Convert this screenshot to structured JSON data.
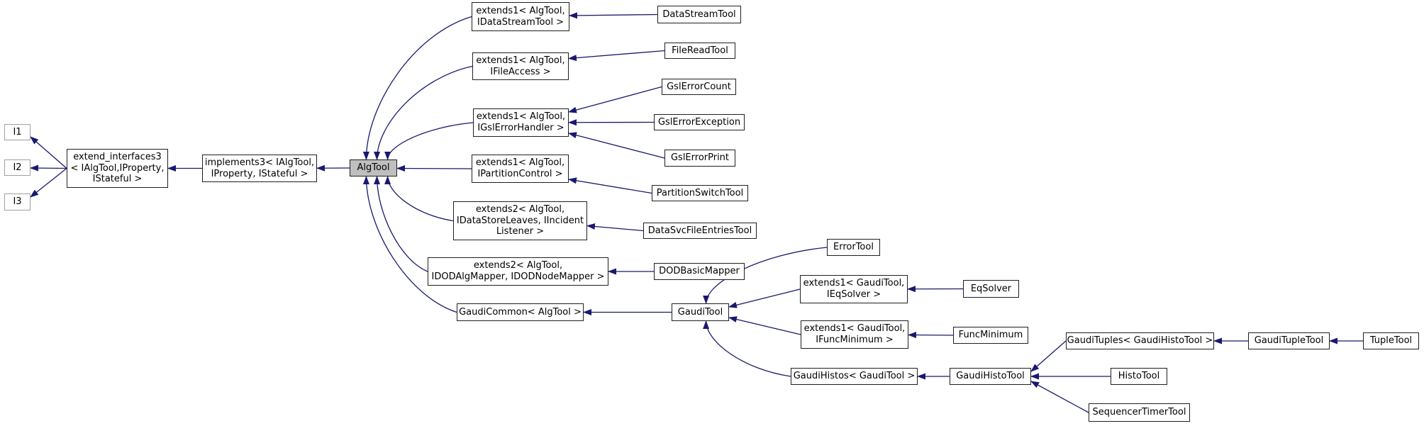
{
  "diagram": {
    "kind": "class-inheritance-graph",
    "focus_class": "AlgTool",
    "colors": {
      "edge": "#191970",
      "node_border": "#1f1f1f",
      "node_fill": "#ffffff",
      "focus_fill": "#bfbfbf",
      "muted_border": "#9f9f9f",
      "text": "#000000"
    },
    "nodes": [
      {
        "id": "i1",
        "label": "I1",
        "type": "muted"
      },
      {
        "id": "i2",
        "label": "I2",
        "type": "muted"
      },
      {
        "id": "i3",
        "label": "I3",
        "type": "muted"
      },
      {
        "id": "extend_interfaces3",
        "label": "extend_interfaces3\n< IAlgTool,IProperty,\nIStateful >",
        "type": "normal"
      },
      {
        "id": "implements3",
        "label": "implements3< IAlgTool,\nIProperty, IStateful >",
        "type": "normal"
      },
      {
        "id": "algtool",
        "label": "AlgTool",
        "type": "focus"
      },
      {
        "id": "ext_datastream",
        "label": "extends1< AlgTool,\nIDataStreamTool >",
        "type": "normal"
      },
      {
        "id": "datastreamtool",
        "label": "DataStreamTool",
        "type": "normal"
      },
      {
        "id": "ext_fileaccess",
        "label": "extends1< AlgTool,\nIFileAccess >",
        "type": "normal"
      },
      {
        "id": "filereadtool",
        "label": "FileReadTool",
        "type": "normal"
      },
      {
        "id": "ext_gslerror",
        "label": "extends1< AlgTool,\nIGslErrorHandler >",
        "type": "normal"
      },
      {
        "id": "gslerrorcount",
        "label": "GslErrorCount",
        "type": "normal"
      },
      {
        "id": "gslerrorexception",
        "label": "GslErrorException",
        "type": "normal"
      },
      {
        "id": "gslerrorprint",
        "label": "GslErrorPrint",
        "type": "normal"
      },
      {
        "id": "ext_partition",
        "label": "extends1< AlgTool,\nIPartitionControl >",
        "type": "normal"
      },
      {
        "id": "partitionswitchtool",
        "label": "PartitionSwitchTool",
        "type": "normal"
      },
      {
        "id": "ext_datastore",
        "label": "extends2< AlgTool,\nIDataStoreLeaves, IIncident\nListener >",
        "type": "normal"
      },
      {
        "id": "datasvcfileentriestool",
        "label": "DataSvcFileEntriesTool",
        "type": "normal"
      },
      {
        "id": "ext_dod",
        "label": "extends2< AlgTool,\nIDODAlgMapper, IDODNodeMapper >",
        "type": "normal"
      },
      {
        "id": "dodbasicmapper",
        "label": "DODBasicMapper",
        "type": "normal"
      },
      {
        "id": "gaudicommon",
        "label": "GaudiCommon< AlgTool >",
        "type": "normal"
      },
      {
        "id": "gauditool",
        "label": "GaudiTool",
        "type": "normal"
      },
      {
        "id": "errortool",
        "label": "ErrorTool",
        "type": "normal"
      },
      {
        "id": "ext_eqsolver",
        "label": "extends1< GaudiTool,\nIEqSolver >",
        "type": "normal"
      },
      {
        "id": "eqsolver",
        "label": "EqSolver",
        "type": "normal"
      },
      {
        "id": "ext_funcminimum",
        "label": "extends1< GaudiTool,\nIFuncMinimum >",
        "type": "normal"
      },
      {
        "id": "funcminimum",
        "label": "FuncMinimum",
        "type": "normal"
      },
      {
        "id": "gaudihistos",
        "label": "GaudiHistos< GaudiTool >",
        "type": "normal"
      },
      {
        "id": "gaudihistotool",
        "label": "GaudiHistoTool",
        "type": "normal"
      },
      {
        "id": "gaudituples",
        "label": "GaudiTuples< GaudiHistoTool >",
        "type": "normal"
      },
      {
        "id": "gauditupletool",
        "label": "GaudiTupleTool",
        "type": "normal"
      },
      {
        "id": "tupletool",
        "label": "TupleTool",
        "type": "normal"
      },
      {
        "id": "histotool",
        "label": "HistoTool",
        "type": "normal"
      },
      {
        "id": "sequencertimertool",
        "label": "SequencerTimerTool",
        "type": "normal"
      }
    ],
    "edges": [
      {
        "from": "extend_interfaces3",
        "to": "i1"
      },
      {
        "from": "extend_interfaces3",
        "to": "i2"
      },
      {
        "from": "extend_interfaces3",
        "to": "i3"
      },
      {
        "from": "implements3",
        "to": "extend_interfaces3"
      },
      {
        "from": "algtool",
        "to": "implements3"
      },
      {
        "from": "ext_datastream",
        "to": "algtool"
      },
      {
        "from": "ext_fileaccess",
        "to": "algtool"
      },
      {
        "from": "ext_gslerror",
        "to": "algtool"
      },
      {
        "from": "ext_partition",
        "to": "algtool"
      },
      {
        "from": "ext_datastore",
        "to": "algtool"
      },
      {
        "from": "ext_dod",
        "to": "algtool"
      },
      {
        "from": "gaudicommon",
        "to": "algtool"
      },
      {
        "from": "datastreamtool",
        "to": "ext_datastream"
      },
      {
        "from": "filereadtool",
        "to": "ext_fileaccess"
      },
      {
        "from": "gslerrorcount",
        "to": "ext_gslerror"
      },
      {
        "from": "gslerrorexception",
        "to": "ext_gslerror"
      },
      {
        "from": "gslerrorprint",
        "to": "ext_gslerror"
      },
      {
        "from": "partitionswitchtool",
        "to": "ext_partition"
      },
      {
        "from": "datasvcfileentriestool",
        "to": "ext_datastore"
      },
      {
        "from": "dodbasicmapper",
        "to": "ext_dod"
      },
      {
        "from": "gauditool",
        "to": "gaudicommon"
      },
      {
        "from": "errortool",
        "to": "gauditool"
      },
      {
        "from": "ext_eqsolver",
        "to": "gauditool"
      },
      {
        "from": "ext_funcminimum",
        "to": "gauditool"
      },
      {
        "from": "gaudihistos",
        "to": "gauditool"
      },
      {
        "from": "eqsolver",
        "to": "ext_eqsolver"
      },
      {
        "from": "funcminimum",
        "to": "ext_funcminimum"
      },
      {
        "from": "gaudihistotool",
        "to": "gaudihistos"
      },
      {
        "from": "gaudituples",
        "to": "gaudihistotool"
      },
      {
        "from": "histotool",
        "to": "gaudihistotool"
      },
      {
        "from": "sequencertimertool",
        "to": "gaudihistotool"
      },
      {
        "from": "gauditupletool",
        "to": "gaudituples"
      },
      {
        "from": "tupletool",
        "to": "gauditupletool"
      }
    ]
  }
}
